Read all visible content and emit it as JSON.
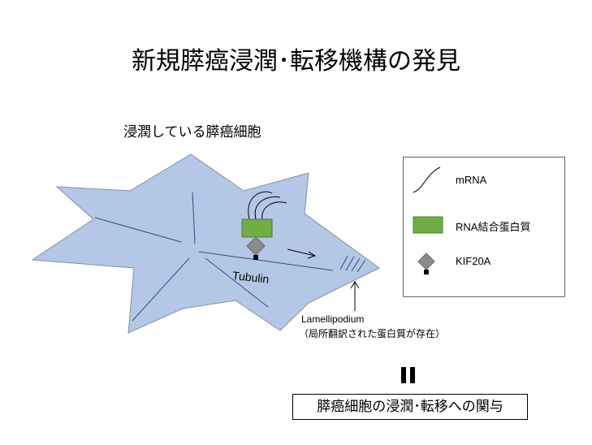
{
  "title": "新規膵癌浸潤･転移機構の発見",
  "subtitle": "浸潤している膵癌細胞",
  "labels": {
    "tubulin": "Tubulin",
    "lamellipodium": "Lamellipodium",
    "lamellipodium_note": "（局所翻訳された蛋白質が存在）"
  },
  "legend": {
    "items": [
      {
        "label": "mRNA",
        "icon": "mrna-curve"
      },
      {
        "label": "RNA結合蛋白質",
        "icon": "green-rectangle"
      },
      {
        "label": "KIF20A",
        "icon": "gray-diamond"
      }
    ]
  },
  "conclusion": "膵癌細胞の浸潤･転移への関与",
  "colors": {
    "cell_fill": "#b4c7e7",
    "cell_stroke": "#7f8fa8",
    "rbp_green": "#70ad47",
    "kif_gray": "#8c8c8c"
  }
}
